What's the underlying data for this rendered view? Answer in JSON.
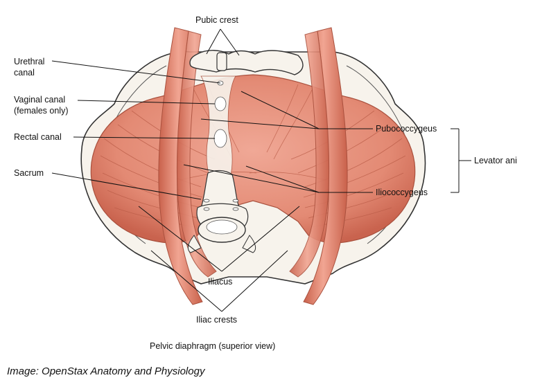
{
  "labels": {
    "pubic_crest": "Pubic crest",
    "urethral_canal_line1": "Urethral",
    "urethral_canal_line2": "canal",
    "vaginal_canal_line1": "Vaginal canal",
    "vaginal_canal_line2": "(females only)",
    "rectal_canal": "Rectal canal",
    "sacrum": "Sacrum",
    "pubococcygeus": "Pubococcygeus",
    "iliococcygeus": "Iliococcygeus",
    "levator_ani": "Levator ani",
    "iliacus": "Iliacus",
    "iliac_crests": "Iliac crests"
  },
  "caption": "Pelvic diaphragm (superior view)",
  "credit": "Image: OpenStax Anatomy and Physiology",
  "colors": {
    "muscle": "#e8907a",
    "muscle_dark": "#c4644f",
    "muscle_fiber": "#b85a45",
    "bone": "#f7f3ec",
    "bone_outline": "#333333",
    "leader_line": "#111111"
  }
}
